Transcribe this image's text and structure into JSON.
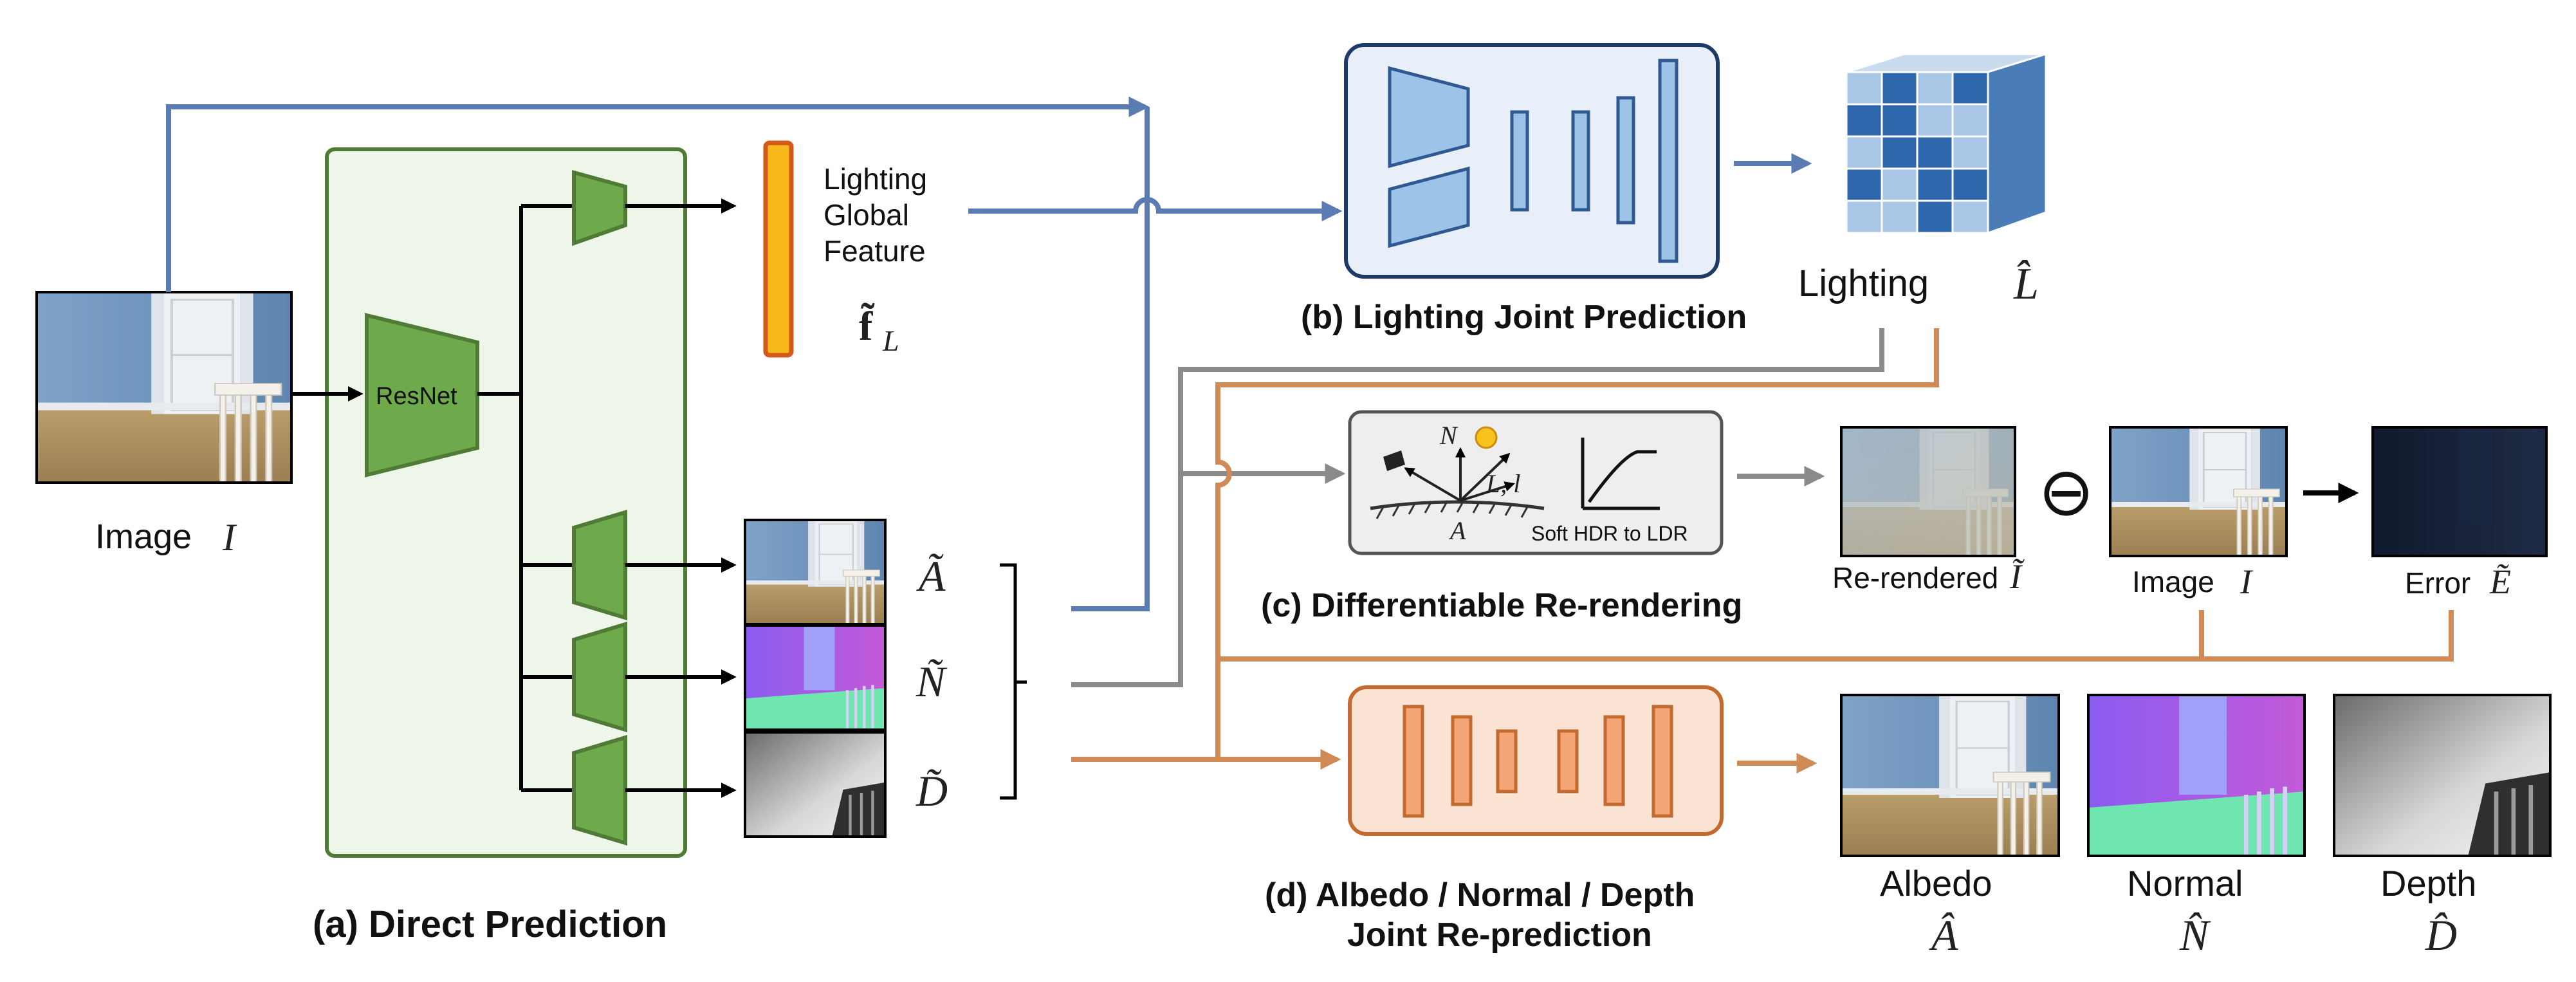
{
  "direct_prediction": {
    "caption": "(a) Direct Prediction",
    "encoder_label": "ResNet",
    "input_label": "Image",
    "input_symbol": "I",
    "global_feature_lines": [
      "Lighting",
      "Global",
      "Feature"
    ],
    "global_feature_symbol": "f̃",
    "global_feature_sub": "L",
    "outputs": [
      {
        "symbol": "Ã",
        "kind": "albedo"
      },
      {
        "symbol": "Ñ",
        "kind": "normal"
      },
      {
        "symbol": "D̃",
        "kind": "depth"
      }
    ]
  },
  "lighting_prediction": {
    "caption": "(b) Lighting Joint Prediction",
    "output_label": "Lighting",
    "output_symbol": "L̂"
  },
  "rerendering": {
    "caption": "(c) Differentiable Re-rendering",
    "sketch_labels": {
      "normal": "N",
      "light": "L, l",
      "point": "A",
      "tone": "Soft HDR to LDR"
    },
    "rerendered_label": "Re-rendered",
    "rerendered_symbol": "Ĩ",
    "minus_symbol": "⊖",
    "image_label": "Image",
    "image_symbol": "I",
    "error_label": "Error",
    "error_symbol": "Ẽ"
  },
  "reprediction": {
    "caption_line1": "(d) Albedo / Normal / Depth",
    "caption_line2": "Joint Re-prediction",
    "outputs": [
      {
        "label": "Albedo",
        "symbol": "Â"
      },
      {
        "label": "Normal",
        "symbol": "N̂"
      },
      {
        "label": "Depth",
        "symbol": "D̂"
      }
    ]
  },
  "colors": {
    "blue": "#5b7bb3",
    "gray": "#8a8a8a",
    "orange": "#d08a55",
    "green_fill": "#6ea94b",
    "green_panel": "#eef6ea",
    "green_stroke": "#4f7b36"
  }
}
